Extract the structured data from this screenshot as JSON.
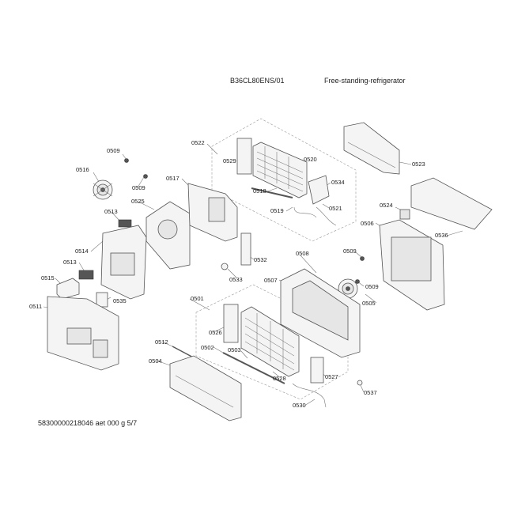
{
  "header": {
    "model": "B36CL80ENS/01",
    "description": "Free-standing-refrigerator",
    "footer": "58300000218046 aet 000 g 5/7"
  },
  "labels": [
    "0509",
    "0516",
    "0509",
    "0513",
    "0525",
    "0517",
    "0514",
    "0513",
    "0515",
    "0535",
    "0511",
    "0522",
    "0529",
    "0520",
    "0518",
    "0534",
    "0519",
    "0521",
    "0532",
    "0533",
    "0523",
    "0524",
    "0506",
    "0536",
    "0509",
    "0509",
    "0505",
    "0508",
    "0507",
    "0501",
    "0512",
    "0504",
    "0526",
    "0502",
    "0503",
    "0527",
    "0528",
    "0530",
    "0537"
  ]
}
